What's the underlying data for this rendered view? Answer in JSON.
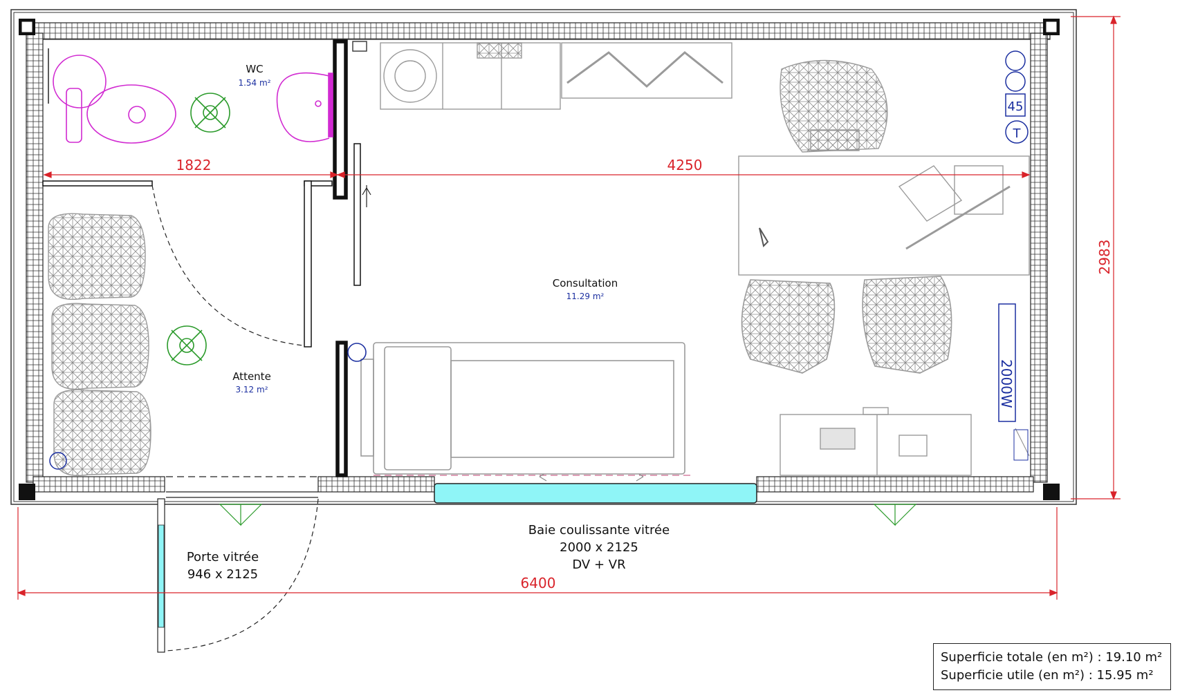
{
  "rooms": {
    "wc": {
      "name": "WC",
      "area": "1.54 m²"
    },
    "consultation": {
      "name": "Consultation",
      "area": "11.29 m²"
    },
    "attente": {
      "name": "Attente",
      "area": "3.12 m²"
    }
  },
  "dimensions": {
    "wc_width": "1822",
    "consultation_width": "4250",
    "total_depth": "2983",
    "total_width": "6400"
  },
  "openings": {
    "door_line1": "Porte vitrée",
    "door_line2": "946 x 2125",
    "bay_line1": "Baie coulissante vitrée",
    "bay_line2": "2000 x 2125",
    "bay_line3": "DV + VR"
  },
  "equipment": {
    "heater_label": "2000W",
    "socket_45": "45",
    "socket_t": "T"
  },
  "summary": {
    "total": "Superficie totale (en m²) : 19.10 m²",
    "usable": "Superficie utile (en m²) : 15.95 m²"
  },
  "colors": {
    "dimension": "#d9232a",
    "area_text": "#1b2fa0",
    "sanitary": "#d12ad1",
    "glass": "#8ff5f7",
    "light": "#2a9a2a",
    "furniture": "#9a9a9a"
  }
}
